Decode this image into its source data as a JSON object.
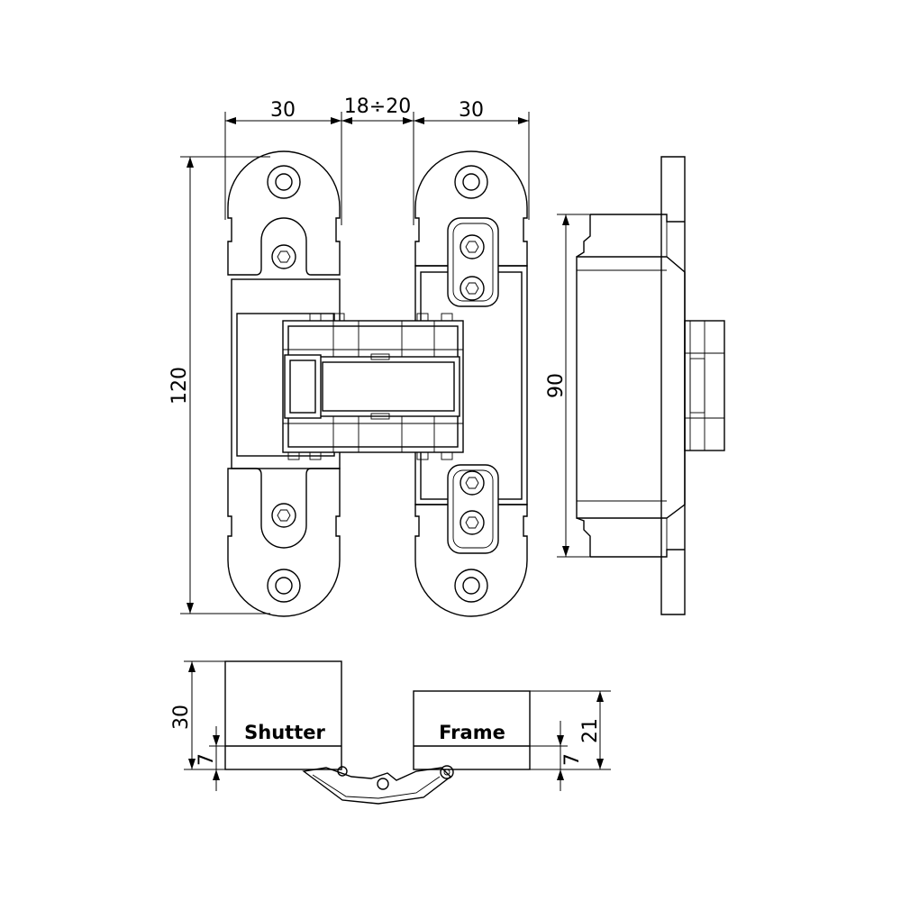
{
  "front_view": {
    "dim_left_width": "30",
    "dim_gap": "18÷20",
    "dim_right_width": "30",
    "dim_height": "120"
  },
  "side_view": {
    "dim_height": "90"
  },
  "top_view": {
    "shutter_label": "Shutter",
    "frame_label": "Frame",
    "dim_shutter_depth": "30",
    "dim_shutter_inset": "7",
    "dim_frame_depth": "21",
    "dim_frame_inset": "7"
  }
}
